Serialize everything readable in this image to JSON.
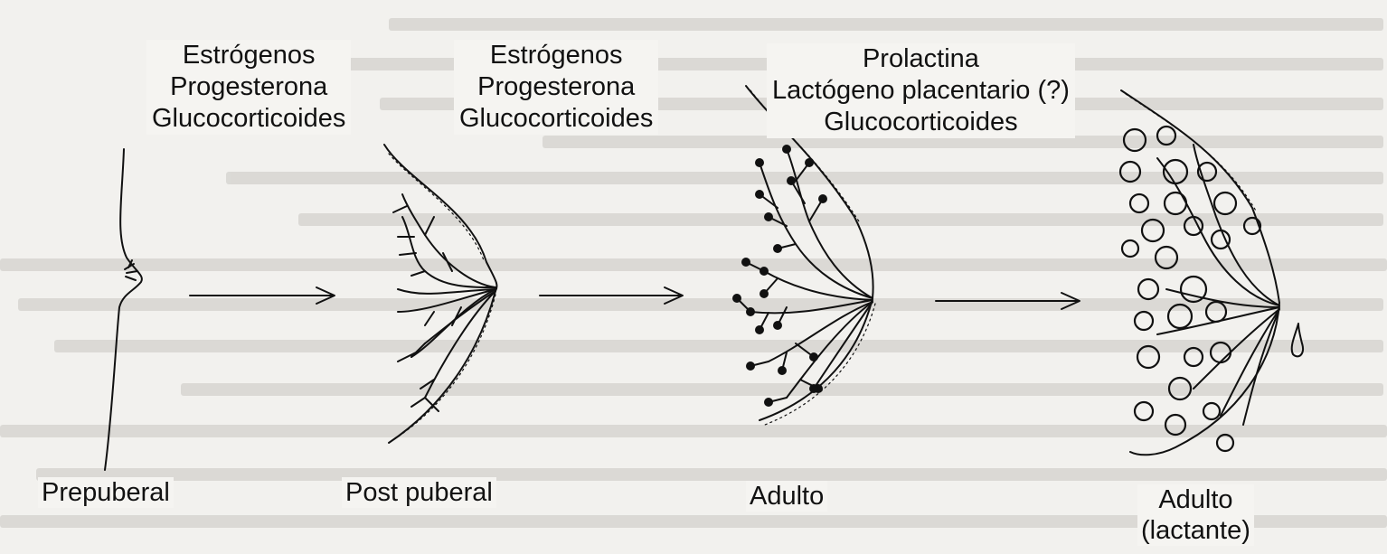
{
  "hormones": {
    "group1": [
      "Estrógenos",
      "Progesterona",
      "Glucocorticoides"
    ],
    "group2": [
      "Estrógenos",
      "Progesterona",
      "Glucocorticoides"
    ],
    "group3": [
      "Prolactina",
      "Lactógeno placentario (?)",
      "Glucocorticoides"
    ]
  },
  "stages": {
    "s1": "Prepuberal",
    "s2": "Post puberal",
    "s3": "Adulto",
    "s4_line1": "Adulto",
    "s4_line2": "(lactante)"
  },
  "colors": {
    "ink": "#111111",
    "paper": "#f2f1ee",
    "bleed_text": "#c9c7c2"
  }
}
